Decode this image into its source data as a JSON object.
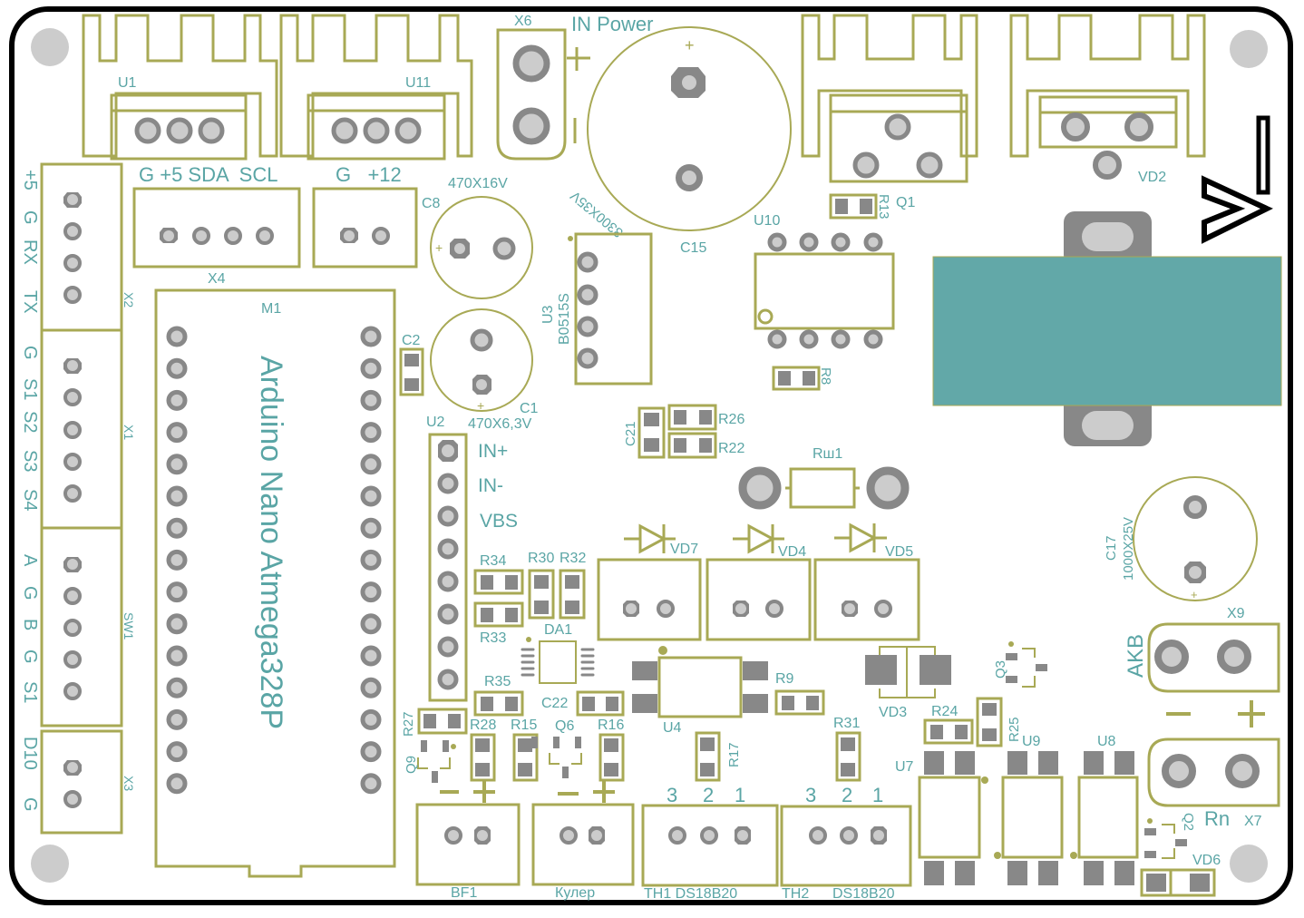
{
  "board": {
    "logo_icon": "chevron-equals-logo-icon",
    "colors": {
      "silkscreen": "#a8a955",
      "labels": "#5aa5a5",
      "pads": "#888888",
      "pad_center": "#cccccc",
      "module_fill": "#62a8a8",
      "edge": "#000000"
    }
  },
  "components": {
    "U1": "U1",
    "U11": "U11",
    "X6": "X6",
    "in_power": "IN Power",
    "C15": "C15",
    "C15_value": "3300X35V",
    "Q1": "Q1",
    "R13": "R13",
    "VD2": "VD2",
    "U10": "U10",
    "R8": "R8",
    "X4": "X4",
    "X4_pins": "G +5 SDA  SCL",
    "X4b_pins": "G   +12",
    "C8": "C8",
    "C8_value": "470X16V",
    "C2": "C2",
    "C1": "C1",
    "C1_value": "470X6,3V",
    "U3": "U3",
    "U3_value": "B0515S",
    "M1": "M1",
    "M1_name": "Arduino Nano Atmega328P",
    "X2": "X2",
    "X2_pins": [
      "+5",
      "G",
      "RX",
      "TX"
    ],
    "X1": "X1",
    "X1_pins": [
      "G",
      "S1",
      "S2",
      "S3",
      "S4"
    ],
    "SW1": "SW1",
    "SW1_pins": [
      "A",
      "G",
      "B",
      "G",
      "S1"
    ],
    "X3": "X3",
    "X3_pins": [
      "D10",
      "G"
    ],
    "U2": "U2",
    "U2_pins": [
      "IN+",
      "IN-",
      "VBS"
    ],
    "C21": "C21",
    "R26": "R26",
    "R22": "R22",
    "Rsh1": "Rш1",
    "VD7": "VD7",
    "VD4": "VD4",
    "VD5": "VD5",
    "R34": "R34",
    "R30": "R30",
    "R32": "R32",
    "R33": "R33",
    "DA1": "DA1",
    "R35": "R35",
    "C22": "C22",
    "U4": "U4",
    "R9": "R9",
    "VD3": "VD3",
    "Q3": "Q3",
    "C17": "C17",
    "C17_value": "1000X25V",
    "X9": "X9",
    "AKB": "AKB",
    "R27": "R27",
    "Q9": "Q9",
    "R28": "R28",
    "R15": "R15",
    "Q6": "Q6",
    "R16": "R16",
    "R17": "R17",
    "R31": "R31",
    "R24": "R24",
    "R25": "R25",
    "U7": "U7",
    "U9": "U9",
    "U8": "U8",
    "Rn": "Rn",
    "X7": "X7",
    "Q2": "Q2",
    "VD6": "VD6",
    "BF1": "BF1",
    "cooler": "Кулер",
    "TH1": "TH1 DS18B20",
    "TH2": "TH2",
    "TH2_sensor": "DS18B20",
    "pin_nums": [
      "3",
      "2",
      "1"
    ],
    "minus": "−",
    "plus": "+"
  }
}
